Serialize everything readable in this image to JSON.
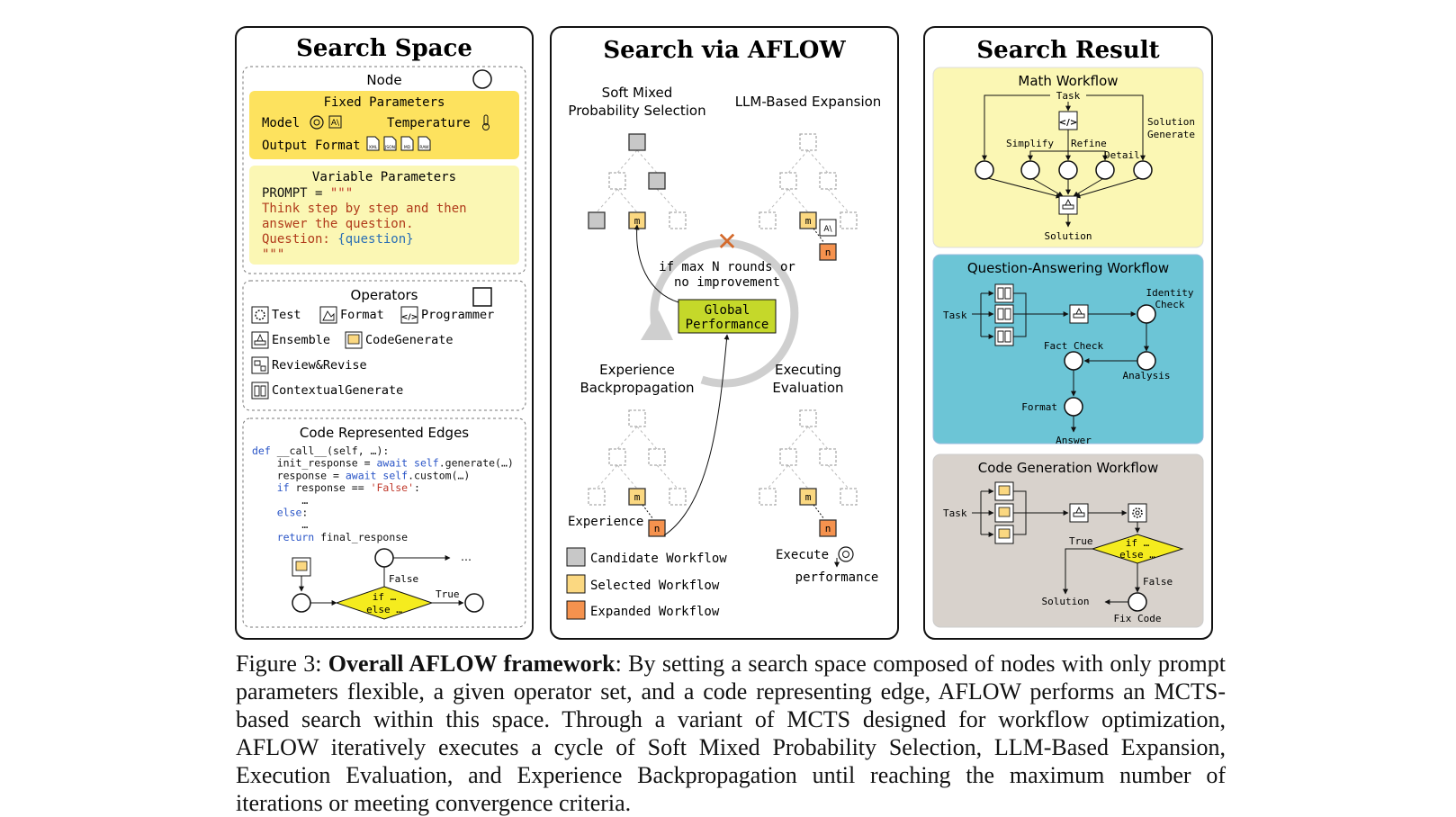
{
  "search_space": {
    "title": "Search Space",
    "node": {
      "title": "Node",
      "fixed": {
        "title": "Fixed Parameters",
        "model": "Model",
        "temperature": "Temperature",
        "output_format": "Output Format",
        "format_badges": [
          "XML",
          "JSON",
          "MD",
          "RAW"
        ]
      },
      "variable": {
        "title": "Variable Parameters",
        "line1": "PROMPT = \"\"\"",
        "line2": "Think step by step and then",
        "line3": "answer the question.",
        "line4a": "Question: ",
        "line4b": "{question}",
        "line5": "\"\"\""
      }
    },
    "operators": {
      "title": "Operators",
      "items": [
        "Test",
        "Format",
        "Programmer",
        "Ensemble",
        "CodeGenerate",
        "Review&Revise",
        "ContextualGenerate"
      ]
    },
    "edges": {
      "title": "Code Represented Edges",
      "code": [
        {
          "kw": "def",
          "text": " __call__(self, …):"
        },
        {
          "kw": "",
          "text": "    init_response = ",
          "kw2": "await self",
          "tail": ".generate(…)"
        },
        {
          "kw": "",
          "text": "    response = ",
          "kw2": "await self",
          "tail": ".custom(…)"
        },
        {
          "kw": "    if",
          "text": " response == ",
          "str": "'False'",
          "tail": ":"
        },
        {
          "kw": "",
          "text": "        …"
        },
        {
          "kw": "    else",
          "text": ":"
        },
        {
          "kw": "",
          "text": "        …"
        },
        {
          "kw": "    return",
          "text": " final_response"
        }
      ],
      "false_label": "False",
      "true_label": "True",
      "diamond": [
        "if …",
        "else …"
      ],
      "ellipsis": "…"
    }
  },
  "aflow": {
    "title": "Search via AFLOW",
    "soft_mixed": [
      "Soft Mixed",
      "Probability Selection"
    ],
    "llm_expansion": "LLM-Based Expansion",
    "experience": [
      "Experience",
      "Backpropagation"
    ],
    "executing": [
      "Executing",
      "Evaluation"
    ],
    "stop_condition": [
      "if max N rounds or",
      "no improvement"
    ],
    "global": [
      "Global",
      "Performance"
    ],
    "experience_label": "Experience",
    "execute_label": "Execute",
    "performance_label": "performance",
    "m_label": "m",
    "n_label": "n",
    "legend": [
      "Candidate Workflow",
      "Selected Workflow",
      "Expanded Workflow"
    ],
    "colors": {
      "candidate": "#c8c8c8",
      "selected": "#fbd881",
      "expanded": "#f5924e",
      "global": "#c5d82a"
    }
  },
  "result": {
    "title": "Search Result",
    "math": {
      "title": "Math Workflow",
      "task": "Task",
      "solution_generate": [
        "Solution",
        "Generate"
      ],
      "simplify": "Simplify",
      "refine": "Refine",
      "detail": "Detail",
      "solution": "Solution",
      "color": "#fbf7b4"
    },
    "qa": {
      "title": "Question-Answering Workflow",
      "task": "Task",
      "identity_check": [
        "Identity",
        "Check"
      ],
      "fact_check": "Fact Check",
      "analysis": "Analysis",
      "format": "Format",
      "answer": "Answer",
      "color": "#6cc5d6"
    },
    "code": {
      "title": "Code Generation Workflow",
      "task": "Task",
      "true_label": "True",
      "false_label": "False",
      "diamond": [
        "if …",
        "else …"
      ],
      "solution": "Solution",
      "fix_code": "Fix Code",
      "color": "#d8d2cc"
    }
  },
  "caption": {
    "figure": "Figure 3: ",
    "bold": "Overall AFLOW framework",
    "text": ": By setting a search space composed of nodes with only prompt parameters flexible, a given operator set, and a code representing edge, AFLOW performs an MCTS-based search within this space. Through a variant of MCTS designed for workflow optimization, AFLOW iteratively executes a cycle of Soft Mixed Probability Selection, LLM-Based Expansion, Execution Evaluation, and Experience Backpropagation until reaching the maximum number of iterations or meeting convergence criteria."
  }
}
